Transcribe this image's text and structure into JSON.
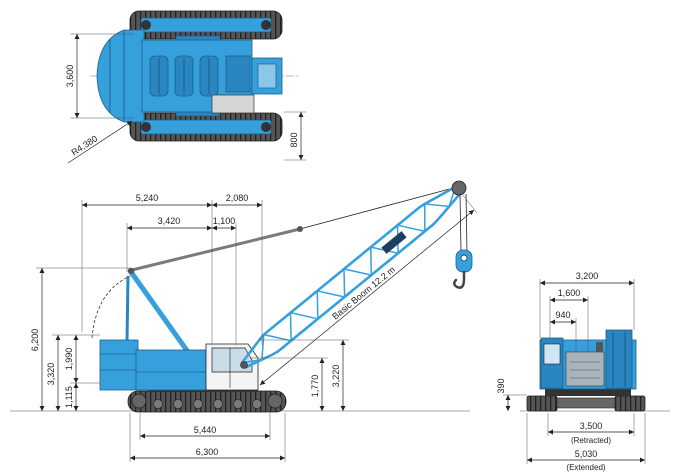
{
  "colors": {
    "crane_blue": "#35a0dc",
    "crane_blue_dark": "#1b5f8c",
    "track_grey": "#4d4d4d",
    "dimension_ink": "#222222"
  },
  "plan_view": {
    "width_dim": "3,600",
    "tail_radius_dim": "R4,380",
    "offset_dim": "800"
  },
  "side_view": {
    "top_dim_left": "5,240",
    "top_dim_right": "2,080",
    "second_dim_left": "3,420",
    "second_dim_right": "1,100",
    "height_dim_overall": "6,200",
    "height_dim_body": "3,320",
    "height_dim_upper": "1,990",
    "height_dim_lower": "1,115",
    "boom_foot_height_dim": "1,770",
    "cab_height_dim": "3,220",
    "boom_label": "Basic Boom 12.2 m",
    "crawler_length_dim": "5,440",
    "overall_length_dim": "6,300"
  },
  "rear_view": {
    "overall_width_dim": "3,200",
    "mid_width_dim": "1,600",
    "cab_width_dim": "940",
    "ground_clearance_dim": "390",
    "retracted_width_dim": "3,500",
    "retracted_label": "(Retracted)",
    "extended_width_dim": "5,030",
    "extended_label": "(Extended)"
  }
}
